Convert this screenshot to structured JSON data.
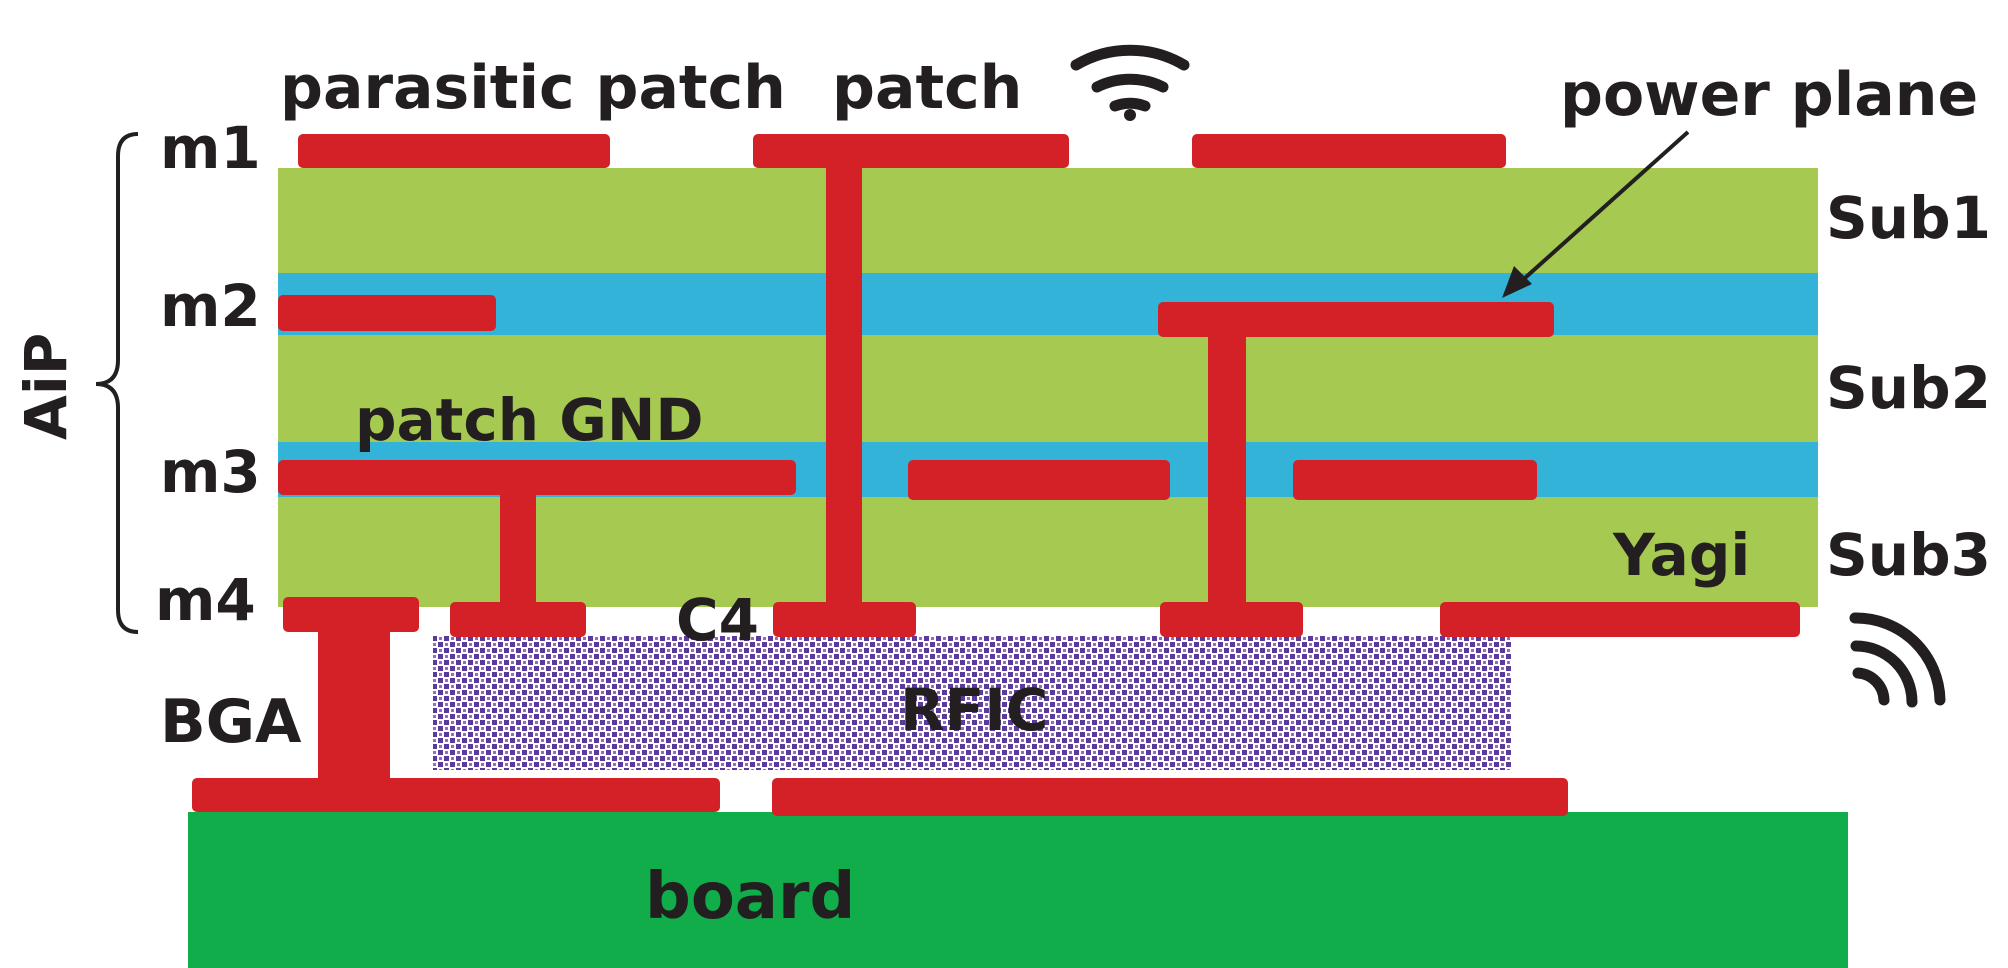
{
  "labels": {
    "parasitic_patch": "parasitic patch",
    "patch": "patch",
    "power_plane": "power plane",
    "m1": "m1",
    "m2": "m2",
    "m3": "m3",
    "m4": "m4",
    "aip": "AiP",
    "sub1": "Sub1",
    "sub2": "Sub2",
    "sub3": "Sub3",
    "patch_gnd": "patch GND",
    "yagi": "Yagi",
    "c4": "C4",
    "bga": "BGA",
    "rfic": "RFIC",
    "board": "board"
  },
  "icons": {
    "top": "wifi-signal-icon",
    "side": "side-radiation-icon"
  },
  "colors": {
    "substrate": "#a6c951",
    "dielectric": "#33b3d7",
    "metal": "#d42027",
    "board": "#10ad4a",
    "rfic": "#5a3a9c",
    "text": "#231f20"
  }
}
